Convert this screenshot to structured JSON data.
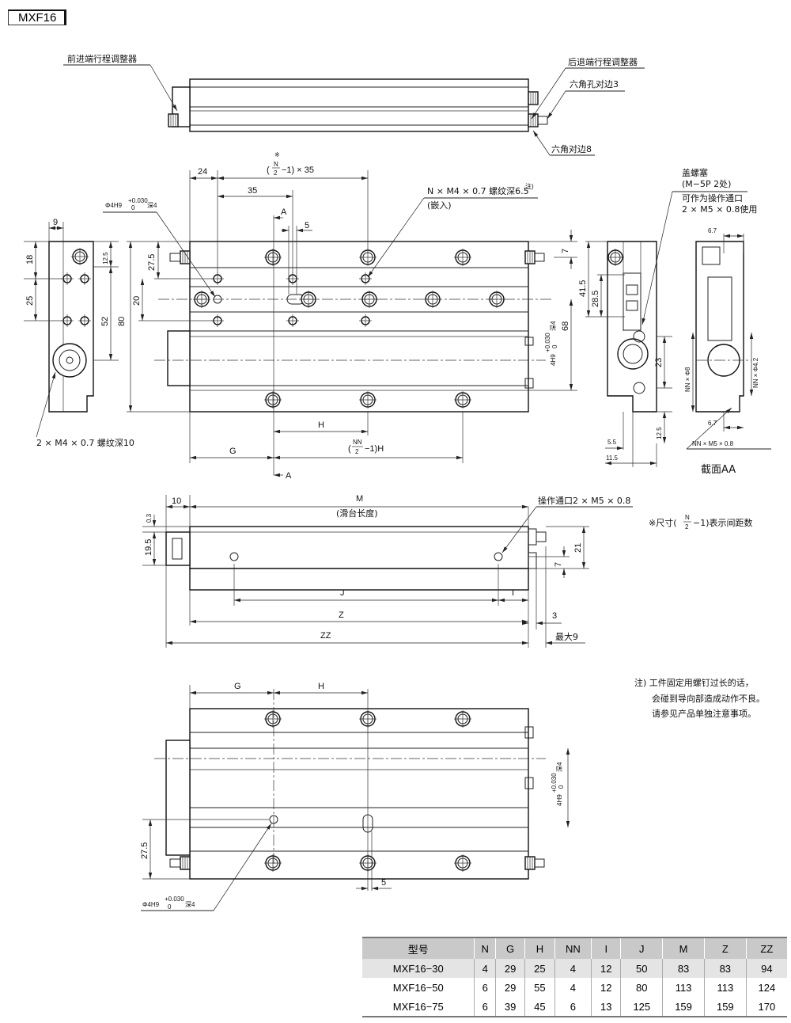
{
  "title": "MXF16",
  "top_view": {
    "front_adjuster": "前进端行程调整器",
    "rear_adjuster": "后退端行程调整器",
    "hex_socket": "六角孔对边3",
    "hex_nut": "六角对边8"
  },
  "front_view": {
    "dim_24": "24",
    "dim_35": "35",
    "pitch_prefix": "(",
    "pitch_num": "N",
    "pitch_den": "2",
    "pitch_suffix": "−1) × 35",
    "pitch_mark": "※",
    "section_a_top": "A",
    "section_a_bottom": "A",
    "dim_5": "5",
    "pin_hole_main": "Φ4H9",
    "tol_upper": "+0.030",
    "tol_lower": "0",
    "pin_depth": "深4",
    "tap_label": "N × M4 × 0.7 螺纹深6.5",
    "tap_note_mark": "注)",
    "tap_insert": "(嵌入)",
    "dim_9": "9",
    "dim_18": "18",
    "dim_25": "25",
    "dim_12_5": "12.5",
    "dim_52": "52",
    "dim_80": "80",
    "dim_27_5": "27.5",
    "dim_20": "20",
    "dim_7": "7",
    "dim_41_5": "41.5",
    "dim_28_5": "28.5",
    "dim_68": "68",
    "side_pin_main": "4H9",
    "side_tap": "2 × M4 × 0.7 螺纹深10",
    "dim_H": "H",
    "dim_G": "G",
    "nn_prefix": "(",
    "nn_num": "NN",
    "nn_den": "2",
    "nn_suffix": "−1)H"
  },
  "section_view": {
    "plug_title": "盖螺塞",
    "plug_spec": "(M−5P  2处)",
    "plug_use1": "可作为操作通口",
    "plug_use2": "2 × M5 × 0.8使用",
    "dim_6_7_top": "6.7",
    "dim_23": "23",
    "nn_phi8": "NN × Φ8",
    "nn_phi42": "NN × Φ4.2",
    "dim_12_5": "12.5",
    "dim_6_7_bottom": "6.7",
    "nn_m5": "NN × M5 × 0.8",
    "dim_5_5": "5.5",
    "dim_11_5": "11.5",
    "caption": "截面AA"
  },
  "side_view": {
    "dim_10": "10",
    "dim_M": "M",
    "table_length": "(滑台长度)",
    "port": "操作通口2 × M5 × 0.8",
    "dim_0_3": "0.3",
    "dim_19_5": "19.5",
    "dim_21": "21",
    "dim_7": "7",
    "dim_J": "J",
    "dim_I": "I",
    "dim_Z": "Z",
    "dim_3": "3",
    "dim_ZZ": "ZZ",
    "max_9": "最大9"
  },
  "pitch_note": {
    "prefix": "※尺寸(",
    "num": "N",
    "den": "2",
    "suffix": "−1)表示间距数"
  },
  "bottom_view": {
    "dim_G": "G",
    "dim_H": "H",
    "side_pin_main": "4H9",
    "side_pin_depth": "深4",
    "dim_27_5": "27.5",
    "pin_main": "Φ4H9",
    "pin_depth": "深4",
    "dim_5": "5"
  },
  "note": {
    "line1": "注) 工件固定用螺钉过长的话，",
    "line2": "会碰到导向部造成动作不良。",
    "line3": "请参见产品单独注意事项。"
  },
  "table": {
    "headers": [
      "型号",
      "N",
      "G",
      "H",
      "NN",
      "I",
      "J",
      "M",
      "Z",
      "ZZ"
    ],
    "rows": [
      [
        "MXF16−30",
        "4",
        "29",
        "25",
        "4",
        "12",
        "50",
        "83",
        "83",
        "94"
      ],
      [
        "MXF16−50",
        "6",
        "29",
        "55",
        "4",
        "12",
        "80",
        "113",
        "113",
        "124"
      ],
      [
        "MXF16−75",
        "6",
        "39",
        "45",
        "6",
        "13",
        "125",
        "159",
        "159",
        "170"
      ]
    ]
  }
}
